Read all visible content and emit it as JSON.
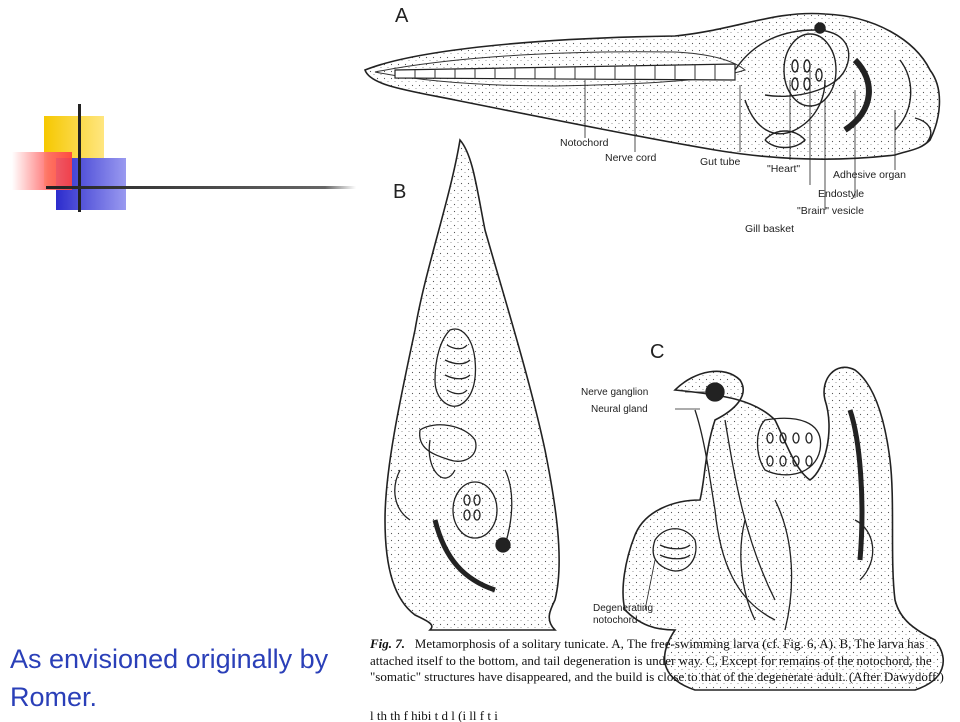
{
  "slide": {
    "caption_text": "As envisioned originally by Romer.",
    "colors": {
      "accent_yellow": "#f6c800",
      "accent_red": "#ff5a5a",
      "accent_blue": "#2c2ccd",
      "text_blue": "#2a3fb8"
    }
  },
  "figure": {
    "panel_A": {
      "letter": "A",
      "labels": {
        "notochord": "Notochord",
        "nerve_cord": "Nerve cord",
        "gut_tube": "Gut tube",
        "heart": "\"Heart\"",
        "adhesive_organ": "Adhesive organ",
        "endostyle": "Endostyle",
        "brain_vesicle": "\"Brain\" vesicle",
        "gill_basket": "Gill basket"
      }
    },
    "panel_B": {
      "letter": "B"
    },
    "panel_C": {
      "letter": "C",
      "labels": {
        "nerve_ganglion": "Nerve ganglion",
        "neural_gland": "Neural gland",
        "degenerating": "Degenerating",
        "notochord": "notochord"
      }
    },
    "caption": {
      "fig_label": "Fig. 7.",
      "body": "Metamorphosis of a solitary tunicate. A, The free-swimming larva (cf. Fig. 6, A). B, The larva has attached itself to the bottom, and tail degeneration is under way. C, Except for remains of the notochord, the \"somatic\" structures have disappeared, and the build is close to that of the degenerate adult. (After Dawydoff.)",
      "cut_line": "l   th   th                   f             hibi   t d  l  (i              ll       f t  i"
    }
  }
}
